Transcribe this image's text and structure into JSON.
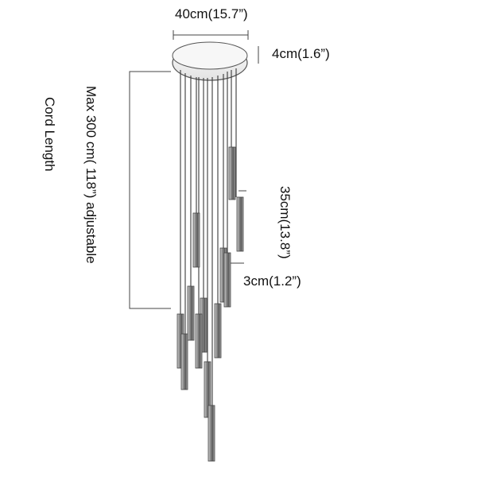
{
  "labels": {
    "canopy_width": "40cm(15.7”)",
    "canopy_height": "4cm(1.6”)",
    "pendant_length": "35cm(13.8”)",
    "pendant_diameter": "3cm(1.2”)",
    "cord_length_value": "Max 300 cm( 118”) adjustable",
    "cord_length_title": "Cord Length"
  },
  "colors": {
    "line": "#3a3a3a",
    "tube_dark": "#6b6b6b",
    "tube_light": "#d8d8d8",
    "canopy": "#f2f2f2"
  }
}
